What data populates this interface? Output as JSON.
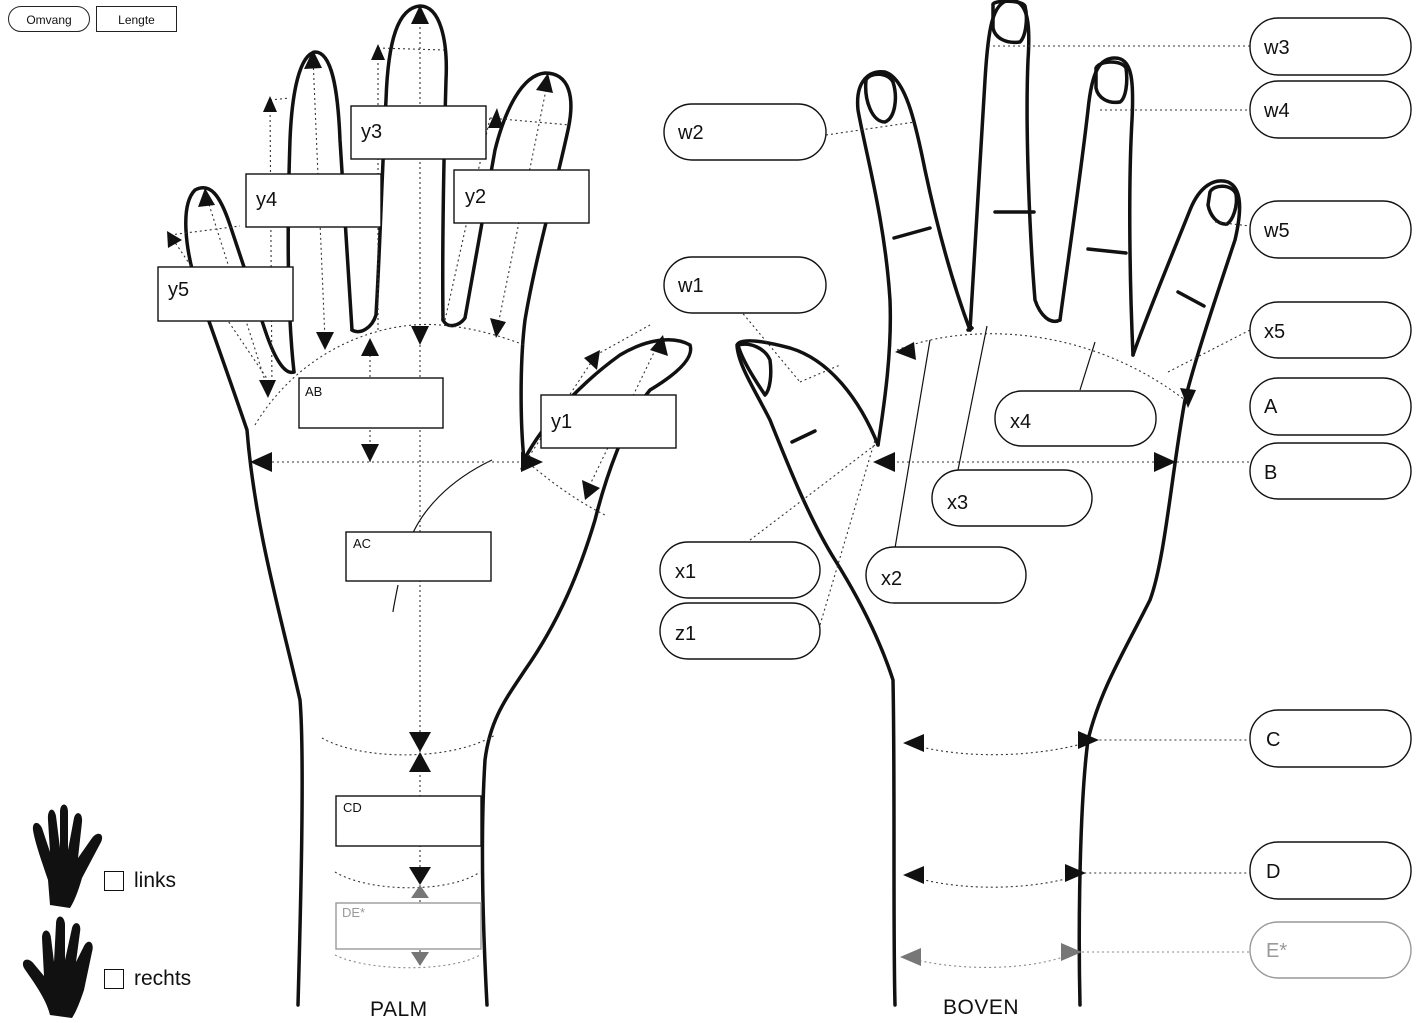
{
  "tabs": {
    "omvang": "Omvang",
    "lengte": "Lengte"
  },
  "captions": {
    "palm": "PALM",
    "boven": "BOVEN"
  },
  "palm_fields": {
    "y1": "y1",
    "y2": "y2",
    "y3": "y3",
    "y4": "y4",
    "y5": "y5",
    "ab": "AB",
    "ac": "AC",
    "cd": "CD",
    "de": "DE*"
  },
  "back_fields": {
    "w1": "w1",
    "w2": "w2",
    "w3": "w3",
    "w4": "w4",
    "w5": "w5",
    "x1": "x1",
    "x2": "x2",
    "x3": "x3",
    "x4": "x4",
    "x5": "x5",
    "z1": "z1",
    "a": "A",
    "b": "B",
    "c": "C",
    "d": "D",
    "e": "E*"
  },
  "hand_choice": {
    "left_label": "links",
    "right_label": "rechts"
  },
  "colors": {
    "line": "#111111",
    "optional": "#999999"
  }
}
